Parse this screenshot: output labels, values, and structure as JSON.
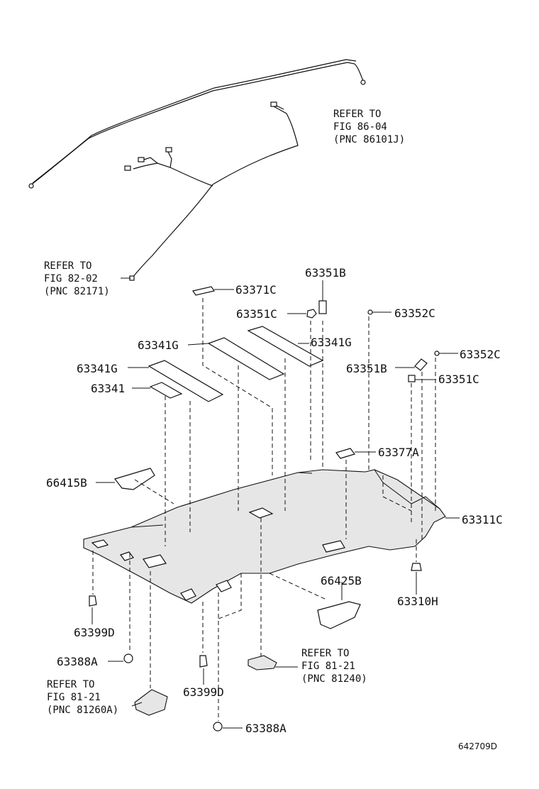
{
  "labels": {
    "p63371C": "63371C",
    "p63351B_top": "63351B",
    "p63351C_top": "63351C",
    "p63352C_top": "63352C",
    "p63341G_right": "63341G",
    "p63341G_mid": "63341G",
    "p63341G_left": "63341G",
    "p63341": "63341",
    "p63352C_right": "63352C",
    "p63351B_right": "63351B",
    "p63351C_right": "63351C",
    "p63377A": "63377A",
    "p66415B": "66415B",
    "p63311C": "63311C",
    "p66425B": "66425B",
    "p63310H": "63310H",
    "p63399D_left": "63399D",
    "p63388A_left": "63388A",
    "p63399D_bottom": "63399D",
    "p63388A_bottom": "63388A"
  },
  "references": {
    "fig86": {
      "line1": "REFER TO",
      "line2": "FIG 86-04",
      "line3": "(PNC 86101J)"
    },
    "fig82": {
      "line1": "REFER TO",
      "line2": "FIG 82-02",
      "line3": "(PNC 82171)"
    },
    "fig81_right": {
      "line1": "REFER TO",
      "line2": "FIG 81-21",
      "line3": "(PNC 81240)"
    },
    "fig81_left": {
      "line1": "REFER TO",
      "line2": "FIG 81-21",
      "line3": "(PNC 81260A)"
    }
  },
  "drawing_code": "642709D"
}
